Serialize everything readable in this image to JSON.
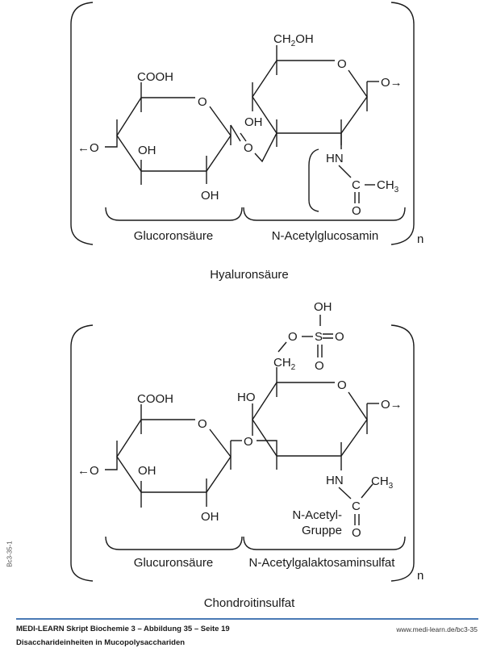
{
  "hyaluronic": {
    "title": "Hyaluronsäure",
    "left_unit_label": "Glucoronsäure",
    "right_unit_label": "N-Acetylglucosamin",
    "repeat_symbol": "n",
    "groups": {
      "cooh": "COOH",
      "ch2oh_main": "CH",
      "ch2oh_sub": "2",
      "ch2oh_tail": "OH",
      "oh_left_mid": "OH",
      "oh_left_bottom": "OH",
      "oh_right": "OH",
      "ring_o_left": "O",
      "ring_o_right": "O",
      "glycosidic_o": "O",
      "left_link": "←O",
      "right_link": "O→",
      "hn": "HN",
      "carbonyl_c": "C",
      "carbonyl_o": "O",
      "methyl_main": "CH",
      "methyl_sub": "3"
    }
  },
  "chondroitin": {
    "title": "Chondroitinsulfat",
    "left_unit_label": "Glucuronsäure",
    "right_unit_label": "N-Acetylgalaktosaminsulfat",
    "repeat_symbol": "n",
    "acetyl_label_line1": "N-Acetyl-",
    "acetyl_label_line2": "Gruppe",
    "groups": {
      "cooh": "COOH",
      "ho": "HO",
      "ch2_main": "CH",
      "ch2_sub": "2",
      "sulfate_oh": "OH",
      "sulfate_o_link": "O",
      "sulfate_s": "S",
      "sulfate_o_right": "O",
      "sulfate_o_bottom": "O",
      "oh_left_mid": "OH",
      "oh_left_bottom": "OH",
      "ring_o_left": "O",
      "ring_o_right": "O",
      "glycosidic_o": "O",
      "left_link": "←O",
      "right_link": "O→",
      "hn": "HN",
      "carbonyl_c": "C",
      "carbonyl_o": "O",
      "methyl_main": "CH",
      "methyl_sub": "3"
    }
  },
  "footer": {
    "title": "MEDI-LEARN Skript Biochemie 3 – Abbildung 35 – Seite 19",
    "subtitle": "Disaccharideinheiten in Mucopolysacchariden",
    "url": "www.medi-learn.de/bc3-35",
    "side_code": "Bc3-35-1",
    "accent_color": "#4a7ab5"
  }
}
